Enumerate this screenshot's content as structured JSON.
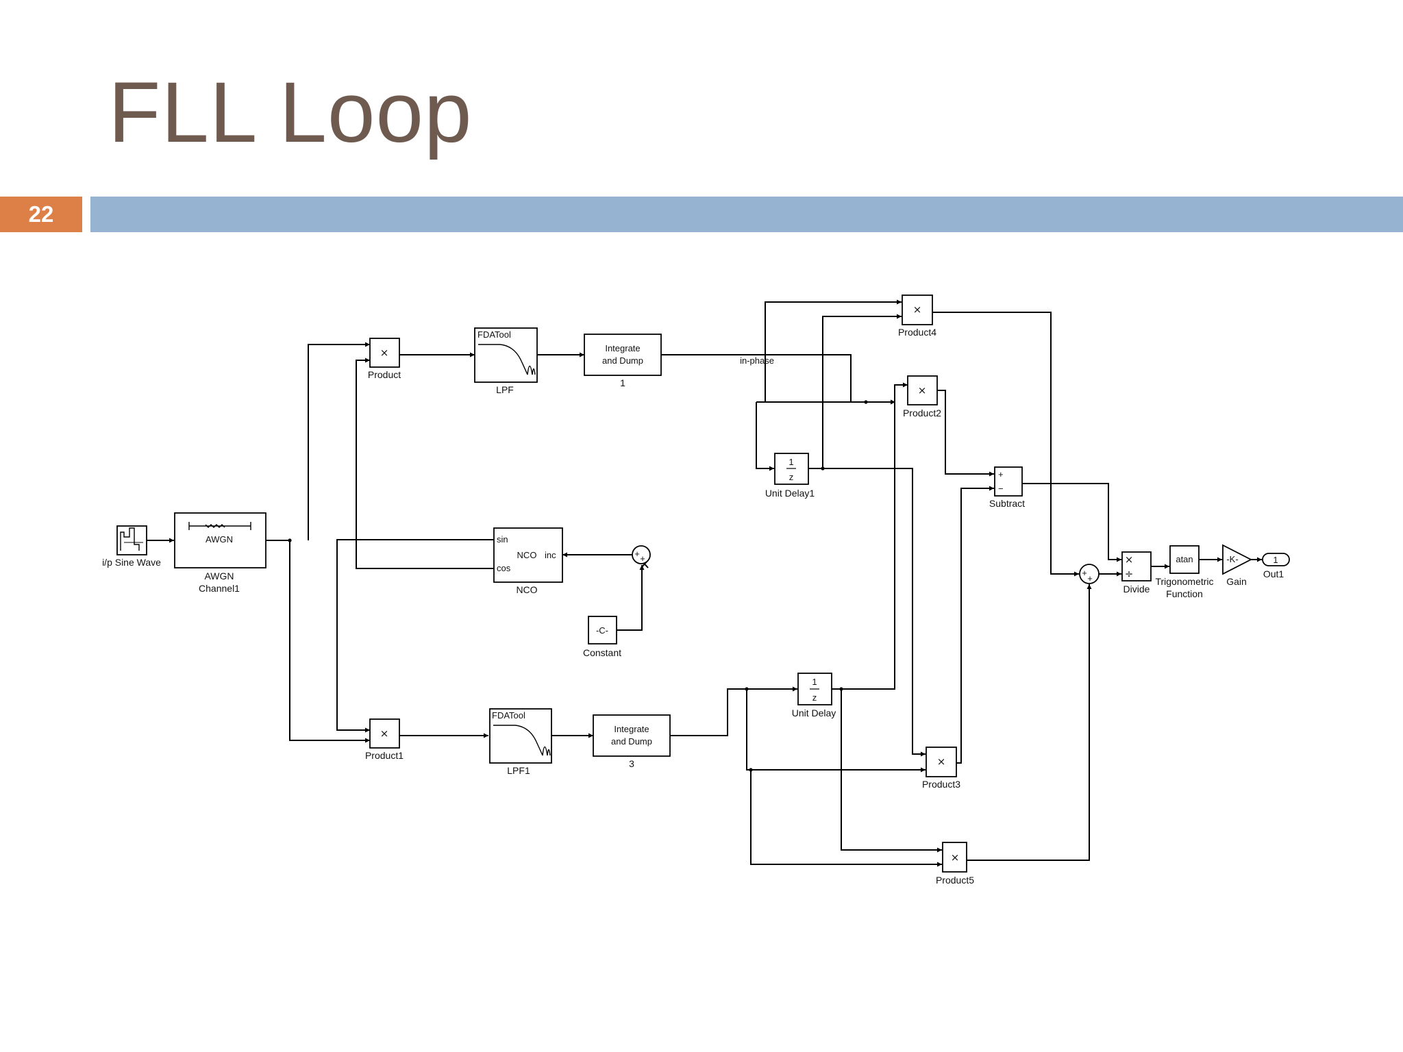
{
  "slide": {
    "title": "FLL Loop",
    "number": "22",
    "accent": "#dd8048",
    "bar": "#96b4d2",
    "title_color": "#6e5a4f"
  },
  "blocks": {
    "sine": "i/p Sine Wave",
    "awgn_inner": "AWGN",
    "awgn_l1": "AWGN",
    "awgn_l2": "Channel1",
    "product": "Product",
    "product1": "Product1",
    "product2": "Product2",
    "product3": "Product3",
    "product4": "Product4",
    "product5": "Product5",
    "mult_symbol": "×",
    "div_symbol": "÷",
    "lpf_inner": "FDATool",
    "lpf": "LPF",
    "lpf1_inner": "FDATool",
    "lpf1": "LPF1",
    "int_a_l1": "Integrate",
    "int_a_l2": "and Dump",
    "int_a_num": "1",
    "int_b_l1": "Integrate",
    "int_b_l2": "and Dump",
    "int_b_num": "3",
    "inphase": "in-phase",
    "nco_sin": "sin",
    "nco_cos": "cos",
    "nco_center": "NCO",
    "nco_inc": "inc",
    "nco": "NCO",
    "constant_inner": "-C-",
    "constant": "Constant",
    "delay_num": "1",
    "delay_den": "z",
    "unit_delay1": "Unit Delay1",
    "unit_delay": "Unit Delay",
    "subtract": "Subtract",
    "divide": "Divide",
    "atan": "atan",
    "trig_l1": "Trigonometric",
    "trig_l2": "Function",
    "gain_inner": "-K-",
    "gain": "Gain",
    "out_num": "1",
    "out": "Out1",
    "plus": "+",
    "minus": "−"
  }
}
